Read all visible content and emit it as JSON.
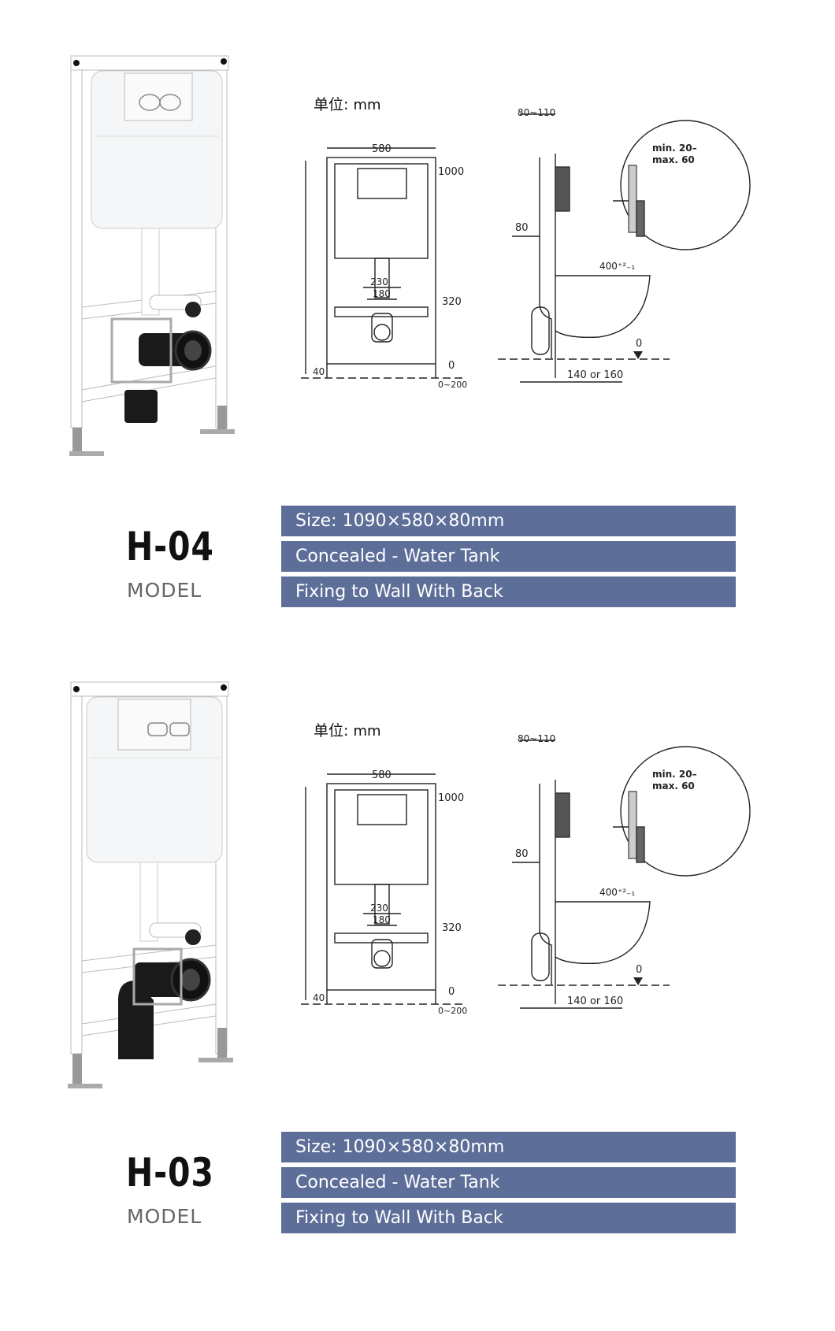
{
  "sections": [
    {
      "model_code": "H-04",
      "model_label": "MODEL",
      "unit_label": "单位:",
      "unit_value": "mm",
      "specs": [
        "Size: 1090×580×80mm",
        "Concealed - Water Tank",
        "Fixing to Wall With Back"
      ],
      "button_style": "round",
      "dims": {
        "width": "580",
        "height": "1090",
        "top_right": "1000",
        "pipe_outer": "230",
        "pipe_inner": "180",
        "mid_right": "320",
        "bottom_left": "40",
        "zero": "0",
        "adjust": "0~200",
        "depth": "80~110",
        "side_offset": "80",
        "wall_min": "min. 20–",
        "wall_max": "max. 60",
        "bowl_height": "400⁺²₋₁",
        "side_zero": "0",
        "spacing": "140 or 160"
      }
    },
    {
      "model_code": "H-03",
      "model_label": "MODEL",
      "unit_label": "单位:",
      "unit_value": "mm",
      "specs": [
        "Size: 1090×580×80mm",
        "Concealed - Water Tank",
        "Fixing to Wall With Back"
      ],
      "button_style": "rect",
      "dims": {
        "width": "580",
        "height": "1090",
        "top_right": "1000",
        "pipe_outer": "230",
        "pipe_inner": "180",
        "mid_right": "320",
        "bottom_left": "40",
        "zero": "0",
        "adjust": "0~200",
        "depth": "80~110",
        "side_offset": "80",
        "wall_min": "min. 20–",
        "wall_max": "max. 60",
        "bowl_height": "400⁺²₋₁",
        "side_zero": "0",
        "spacing": "140 or 160"
      }
    }
  ],
  "colors": {
    "spec_bar": "#5d6f99",
    "frame": "#ffffff",
    "pipe": "#1a1a1a"
  }
}
